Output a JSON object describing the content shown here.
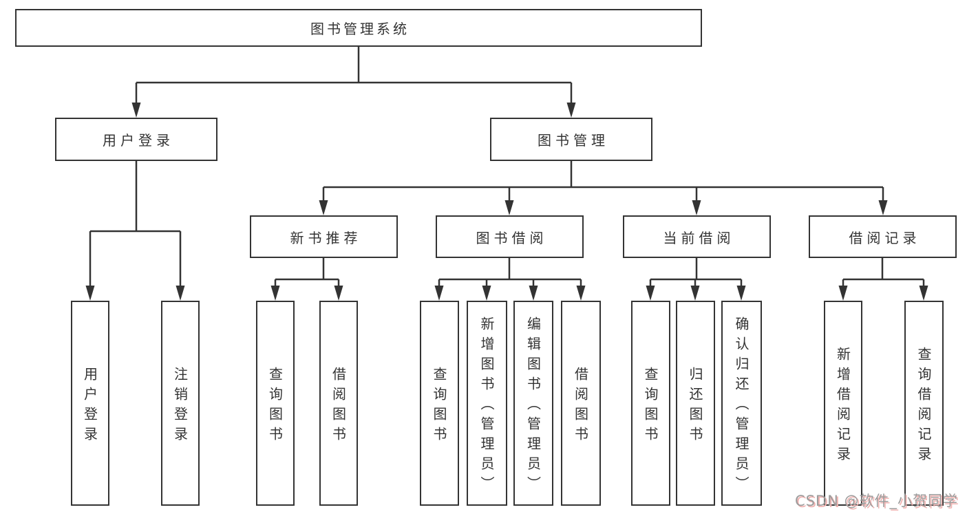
{
  "diagram": {
    "root": {
      "label": "图书管理系统"
    },
    "level2": [
      {
        "id": "user-login-group",
        "label": "用户登录"
      },
      {
        "id": "book-management",
        "label": "图书管理"
      }
    ],
    "level3": [
      {
        "id": "new-book-recommend",
        "label": "新书推荐",
        "parent": "图书管理"
      },
      {
        "id": "book-borrowing",
        "label": "图书借阅",
        "parent": "图书管理"
      },
      {
        "id": "current-borrowing",
        "label": "当前借阅",
        "parent": "图书管理"
      },
      {
        "id": "borrowing-records",
        "label": "借阅记录",
        "parent": "图书管理"
      }
    ],
    "leaves": [
      {
        "label": "用户登录",
        "parent": "用户登录"
      },
      {
        "label": "注销登录",
        "parent": "用户登录"
      },
      {
        "label": "查询图书",
        "parent": "新书推荐"
      },
      {
        "label": "借阅图书",
        "parent": "新书推荐"
      },
      {
        "label": "查询图书",
        "parent": "图书借阅"
      },
      {
        "label": "新增图书（管理员）",
        "parent": "图书借阅"
      },
      {
        "label": "编辑图书（管理员）",
        "parent": "图书借阅"
      },
      {
        "label": "借阅图书",
        "parent": "图书借阅"
      },
      {
        "label": "查询图书",
        "parent": "当前借阅"
      },
      {
        "label": "归还图书",
        "parent": "当前借阅"
      },
      {
        "label": "确认归还（管理员）",
        "parent": "当前借阅"
      },
      {
        "label": "新增借阅记录",
        "parent": "借阅记录"
      },
      {
        "label": "查询借阅记录",
        "parent": "借阅记录"
      }
    ],
    "watermark": "CSDN @软件_小贺同学",
    "colors": {
      "line": "#333333",
      "box_border": "#333333",
      "text": "#333333",
      "background": "#ffffff",
      "watermark_gray": "#9c9c9c",
      "watermark_pink": "#f0b2b0"
    }
  }
}
